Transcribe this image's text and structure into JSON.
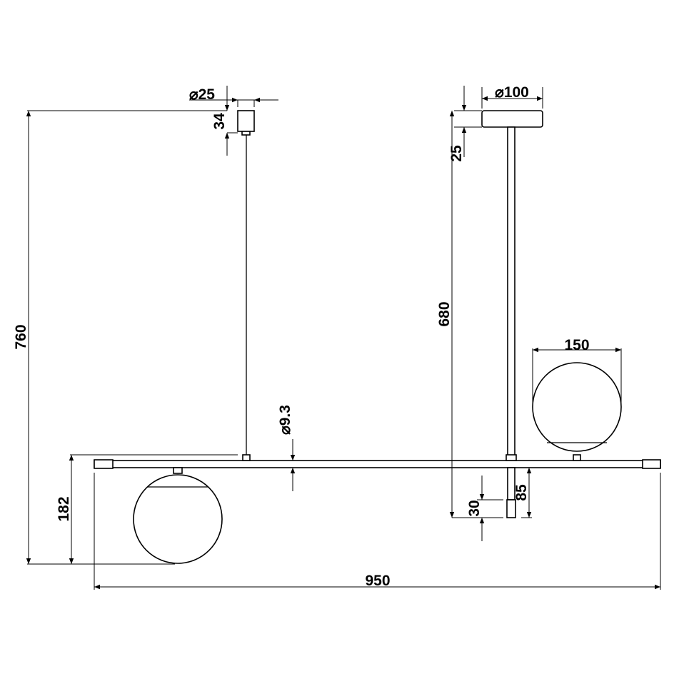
{
  "drawing": {
    "title": "Pendant lamp dimension drawing",
    "line_color": "#000000",
    "background": "#ffffff",
    "dimensions": {
      "total_height": "760",
      "bar_to_globe_bottom": "182",
      "total_width": "950",
      "left_canopy_diameter": "⌀25",
      "left_canopy_height": "34",
      "right_canopy_diameter": "⌀100",
      "right_canopy_height": "25",
      "rod_length": "680",
      "globe_diameter": "150",
      "bar_diameter": "⌀9.3",
      "rod_tip_length": "30",
      "rod_below_bar": "85"
    }
  }
}
